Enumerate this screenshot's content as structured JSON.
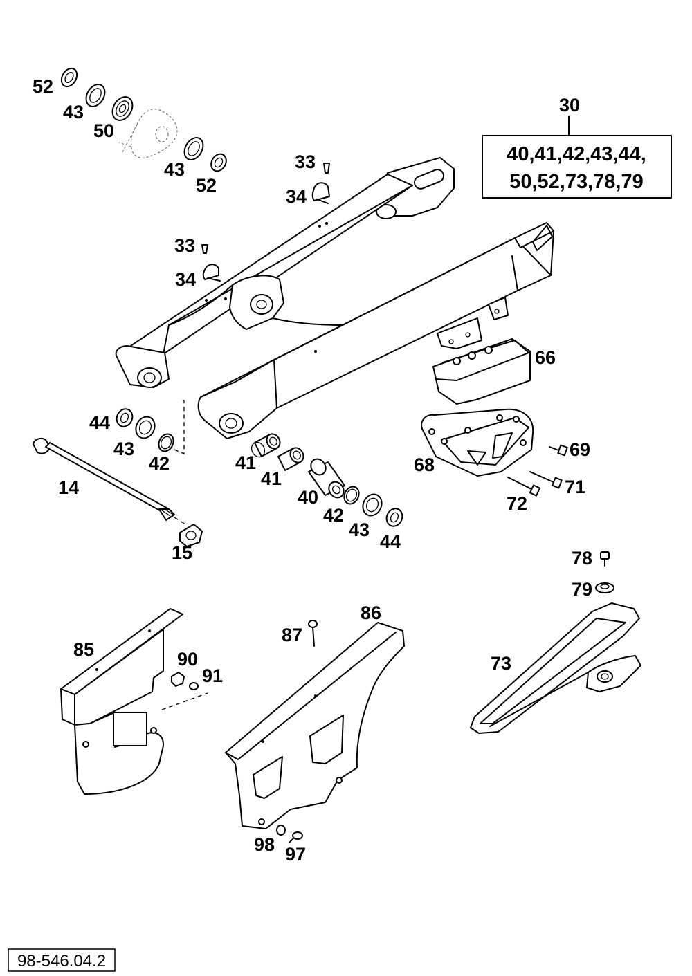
{
  "labels": {
    "p14": "14",
    "p15": "15",
    "p30": "30",
    "p33a": "33",
    "p34a": "34",
    "p33b": "33",
    "p34b": "34",
    "p40": "40",
    "p41a": "41",
    "p41b": "41",
    "p42a": "42",
    "p42b": "42",
    "p43a": "43",
    "p43b": "43",
    "p43c": "43",
    "p43d": "43",
    "p44a": "44",
    "p44b": "44",
    "p50": "50",
    "p52a": "52",
    "p52b": "52",
    "p66": "66",
    "p68": "68",
    "p69": "69",
    "p71": "71",
    "p72": "72",
    "p73": "73",
    "p78": "78",
    "p79": "79",
    "p85": "85",
    "p86": "86",
    "p87": "87",
    "p90": "90",
    "p91": "91",
    "p97": "97",
    "p98": "98"
  },
  "kit": {
    "line1": "40,41,42,43,44,",
    "line2": "50,52,73,78,79"
  },
  "reference": "98-546.04.2"
}
